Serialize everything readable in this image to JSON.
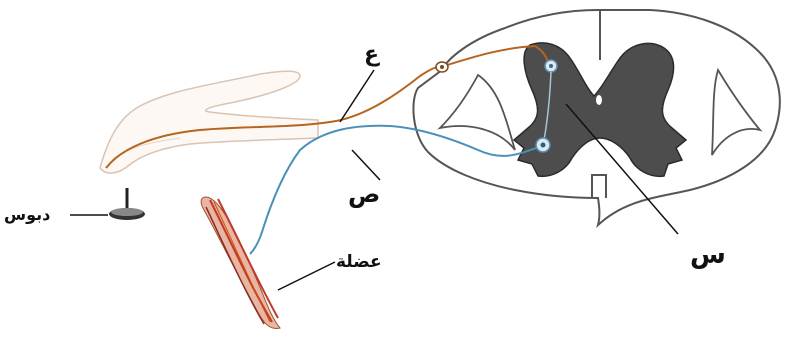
{
  "labels": {
    "ain": "ع",
    "sad": "ص",
    "sin": "س",
    "dabbous": "دبوس",
    "adala": "عضلة"
  },
  "colors": {
    "sensory_neuron": "#b5651d",
    "motor_neuron": "#4a90b8",
    "grey_matter": "#4d4d4d",
    "outline": "#555555",
    "muscle": "#c0392b",
    "hand_fill": "#fdf8f4"
  }
}
